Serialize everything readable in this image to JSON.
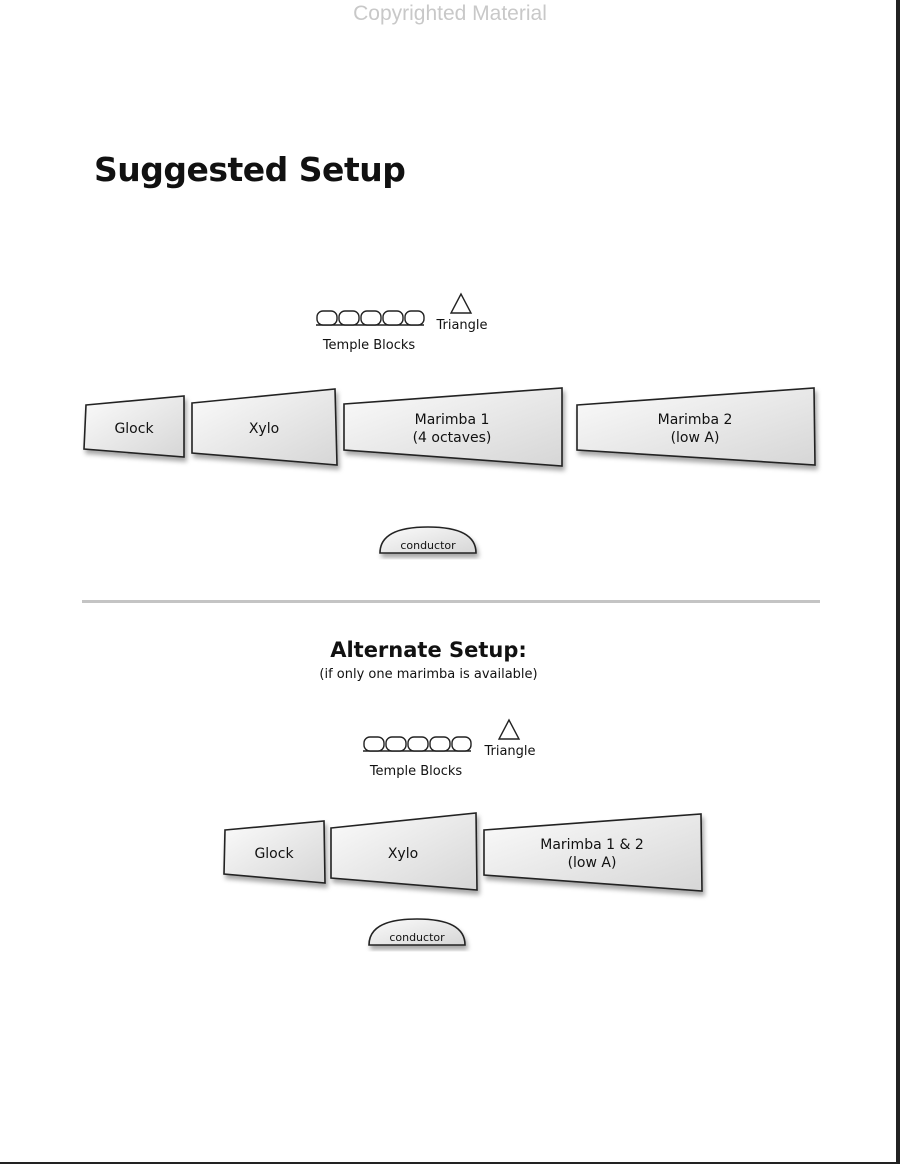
{
  "watermark": "Copyrighted Material",
  "main": {
    "title": "Suggested Setup",
    "temple_blocks_label": "Temple Blocks",
    "triangle_label": "Triangle",
    "instruments": {
      "glock": {
        "line1": "Glock"
      },
      "xylo": {
        "line1": "Xylo"
      },
      "marimba1": {
        "line1": "Marimba 1",
        "line2": "(4 octaves)"
      },
      "marimba2": {
        "line1": "Marimba 2",
        "line2": "(low A)"
      }
    },
    "conductor_label": "conductor"
  },
  "alternate": {
    "title": "Alternate Setup:",
    "subtitle": "(if only one marimba is available)",
    "temple_blocks_label": "Temple Blocks",
    "triangle_label": "Triangle",
    "instruments": {
      "glock": {
        "line1": "Glock"
      },
      "xylo": {
        "line1": "Xylo"
      },
      "marimba12": {
        "line1": "Marimba 1 & 2",
        "line2": "(low A)"
      }
    },
    "conductor_label": "conductor"
  },
  "colors": {
    "shape_fill_light": "#f4f4f4",
    "shape_fill_dark": "#d8d8d8",
    "stroke": "#222222",
    "divider": "#c4c4c4",
    "watermark": "#c8c8c8"
  }
}
